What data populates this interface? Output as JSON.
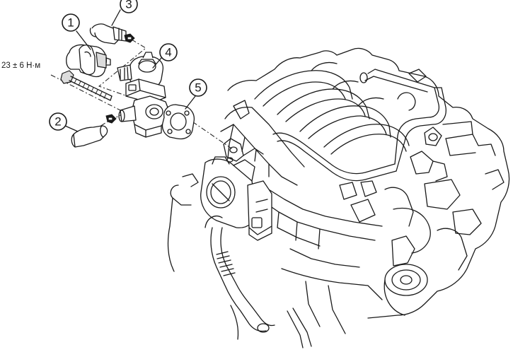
{
  "diagram": {
    "callouts": [
      {
        "id": "1",
        "label": "1"
      },
      {
        "id": "2",
        "label": "2"
      },
      {
        "id": "3",
        "label": "3"
      },
      {
        "id": "4",
        "label": "4"
      },
      {
        "id": "5",
        "label": "5"
      }
    ],
    "torque_label": "23 ± 6 Н·м",
    "colors": {
      "line": "#1a1a1a",
      "background": "#ffffff"
    }
  }
}
